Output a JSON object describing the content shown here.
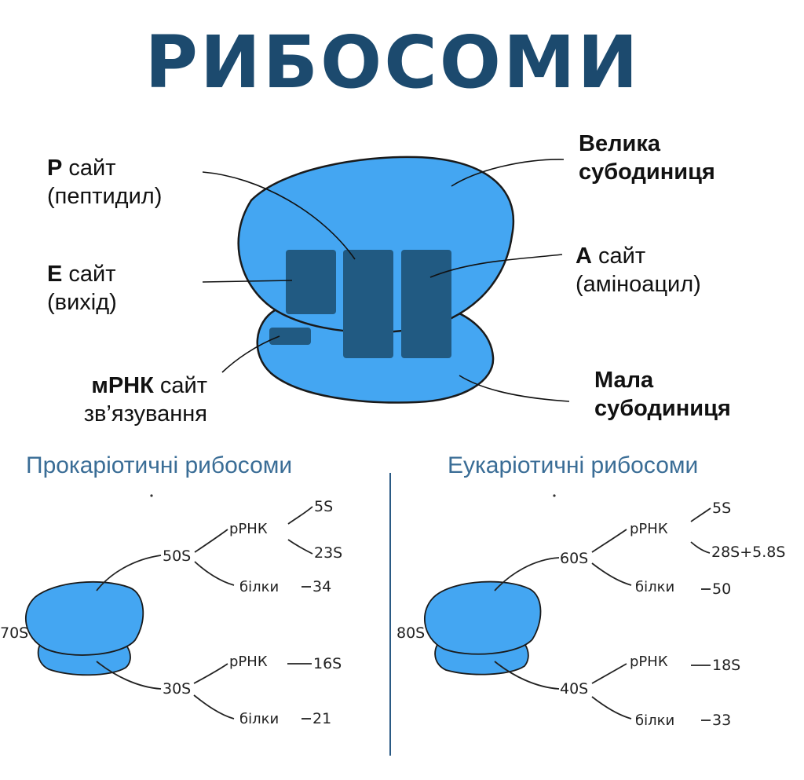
{
  "title": "РИБОСОМИ",
  "colors": {
    "title": "#1c4a6e",
    "subunit": "#44a6f2",
    "site": "#215a82",
    "section": "#3a6d96",
    "divider": "#2a5a84"
  },
  "labels": {
    "p_site_bold": "P",
    "p_site_rest": " сайт",
    "p_site_sub": "(пептидил)",
    "e_site_bold": "E",
    "e_site_rest": " сайт",
    "e_site_sub": "(вихід)",
    "mrna_bold": "мРНК",
    "mrna_rest": " сайт",
    "mrna_sub": "зв’язування",
    "large_1": "Велика",
    "large_2": "субодиниця",
    "a_site_bold": "A",
    "a_site_rest": " сайт",
    "a_site_sub": "(аміноацил)",
    "small_1": "Мала",
    "small_2": "субодиниця"
  },
  "prokaryotic": {
    "heading": "Прокаріотичні рибосоми",
    "total": "70S",
    "large": {
      "name": "50S",
      "rrna_label": "рРНК",
      "rrna": [
        "5S",
        "23S"
      ],
      "proteins_label": "білки",
      "proteins": "34"
    },
    "small": {
      "name": "30S",
      "rrna_label": "рРНК",
      "rrna": [
        "16S"
      ],
      "proteins_label": "білки",
      "proteins": "21"
    }
  },
  "eukaryotic": {
    "heading": "Еукаріотичні рибосоми",
    "total": "80S",
    "large": {
      "name": "60S",
      "rrna_label": "рРНК",
      "rrna": [
        "5S",
        "28S+5.8S"
      ],
      "proteins_label": "білки",
      "proteins": "50"
    },
    "small": {
      "name": "40S",
      "rrna_label": "рРНК",
      "rrna": [
        "18S"
      ],
      "proteins_label": "білки",
      "proteins": "33"
    }
  }
}
